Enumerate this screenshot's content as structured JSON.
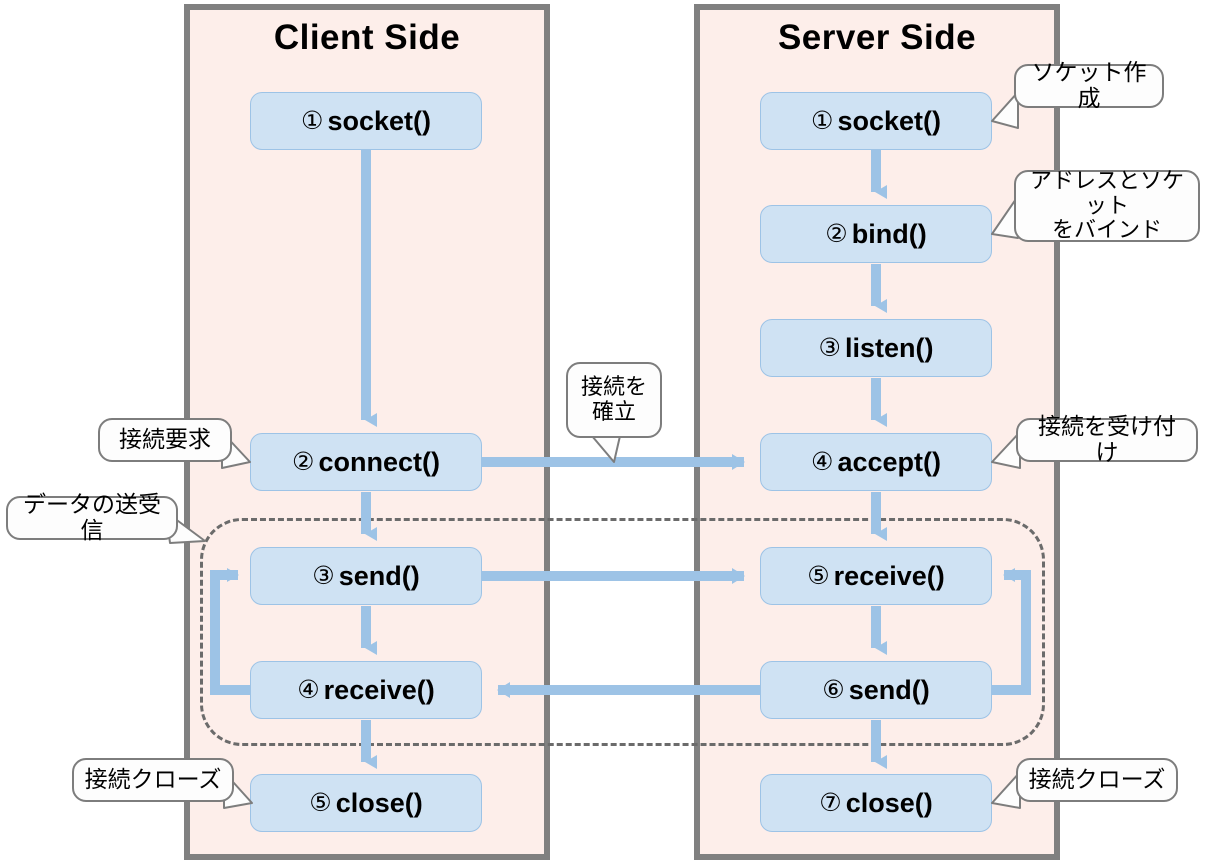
{
  "diagram": {
    "title_client": "Client Side",
    "title_server": "Server Side",
    "colors": {
      "panel_bg": "#fdeeea",
      "panel_border": "#808080",
      "box_fill": "#cfe2f3",
      "box_border": "#9dc3e6",
      "arrow": "#9dc3e6",
      "dashed_border": "#6b6b6b",
      "callout_bg": "#fdfdfd",
      "callout_border": "#7d7d7d",
      "text": "#000000"
    }
  },
  "client": {
    "steps": [
      {
        "num": "①",
        "label": "socket()"
      },
      {
        "num": "②",
        "label": "connect()"
      },
      {
        "num": "③",
        "label": "send()"
      },
      {
        "num": "④",
        "label": "receive()"
      },
      {
        "num": "⑤",
        "label": "close()"
      }
    ]
  },
  "server": {
    "steps": [
      {
        "num": "①",
        "label": "socket()"
      },
      {
        "num": "②",
        "label": "bind()"
      },
      {
        "num": "③",
        "label": "listen()"
      },
      {
        "num": "④",
        "label": "accept()"
      },
      {
        "num": "⑤",
        "label": "receive()"
      },
      {
        "num": "⑥",
        "label": "send()"
      },
      {
        "num": "⑦",
        "label": "close()"
      }
    ]
  },
  "callouts": {
    "socket_create": "ソケット作成",
    "bind_address": "アドレスとソケット\nをバインド",
    "bind_address_line1": "アドレスとソケット",
    "bind_address_line2": "をバインド",
    "accept_connection": "接続を受け付け",
    "close_server": "接続クローズ",
    "connect_request": "接続要求",
    "data_transfer": "データの送受信",
    "close_client": "接続クローズ",
    "establish_line1": "接続を",
    "establish_line2": "確立"
  }
}
